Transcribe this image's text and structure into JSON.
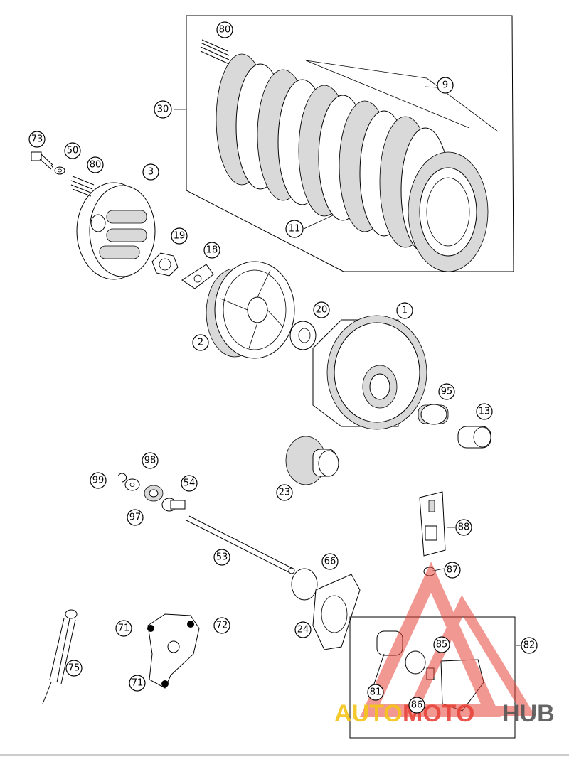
{
  "diagram": {
    "callouts": [
      {
        "id": "c80a",
        "label": "80"
      },
      {
        "id": "c9",
        "label": "9"
      },
      {
        "id": "c30",
        "label": "30"
      },
      {
        "id": "c73",
        "label": "73"
      },
      {
        "id": "c50",
        "label": "50"
      },
      {
        "id": "c80b",
        "label": "80"
      },
      {
        "id": "c3",
        "label": "3"
      },
      {
        "id": "c11",
        "label": "11"
      },
      {
        "id": "c19",
        "label": "19"
      },
      {
        "id": "c18",
        "label": "18"
      },
      {
        "id": "c20",
        "label": "20"
      },
      {
        "id": "c1",
        "label": "1"
      },
      {
        "id": "c2",
        "label": "2"
      },
      {
        "id": "c95",
        "label": "95"
      },
      {
        "id": "c13",
        "label": "13"
      },
      {
        "id": "c98",
        "label": "98"
      },
      {
        "id": "c99",
        "label": "99"
      },
      {
        "id": "c54",
        "label": "54"
      },
      {
        "id": "c23",
        "label": "23"
      },
      {
        "id": "c97",
        "label": "97"
      },
      {
        "id": "c88",
        "label": "88"
      },
      {
        "id": "c53",
        "label": "53"
      },
      {
        "id": "c66",
        "label": "66"
      },
      {
        "id": "c87",
        "label": "87"
      },
      {
        "id": "c72",
        "label": "72"
      },
      {
        "id": "c71a",
        "label": "71"
      },
      {
        "id": "c71b",
        "label": "71"
      },
      {
        "id": "c24",
        "label": "24"
      },
      {
        "id": "c82",
        "label": "82"
      },
      {
        "id": "c85",
        "label": "85"
      },
      {
        "id": "c75",
        "label": "75"
      },
      {
        "id": "c81",
        "label": "81"
      },
      {
        "id": "c86",
        "label": "86"
      }
    ]
  },
  "watermark": {
    "part1": "AUTO",
    "part2": "MOTO",
    "part3": "HUB",
    "color1": "#f5c518",
    "color2": "#e8443a",
    "color3": "#555555"
  }
}
